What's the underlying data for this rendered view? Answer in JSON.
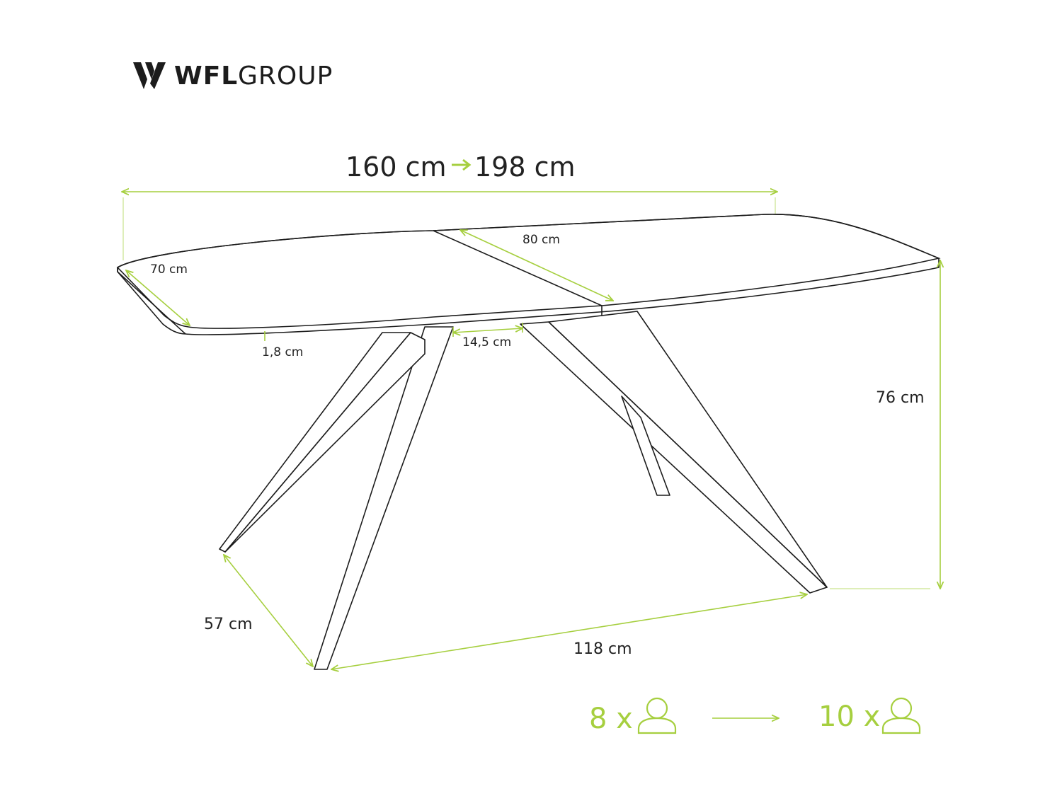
{
  "brand": {
    "name_bold": "WFL",
    "name_light": "GROUP",
    "logo_icon": "wfl-logo-icon"
  },
  "dimensions": {
    "length_collapsed": "160 cm",
    "length_extended": "198 cm",
    "insert_width": "80 cm",
    "depth": "70 cm",
    "top_thickness": "1,8 cm",
    "apron_height": "14,5 cm",
    "height": "76 cm",
    "leg_span_depth": "57 cm",
    "leg_span_length": "118 cm"
  },
  "seating": {
    "collapsed_count": "8 x",
    "extended_count": "10 x",
    "person_icon": "person-icon"
  },
  "colors": {
    "accent": "#a6cf3f",
    "line": "#1c1c1c",
    "background": "#ffffff"
  }
}
